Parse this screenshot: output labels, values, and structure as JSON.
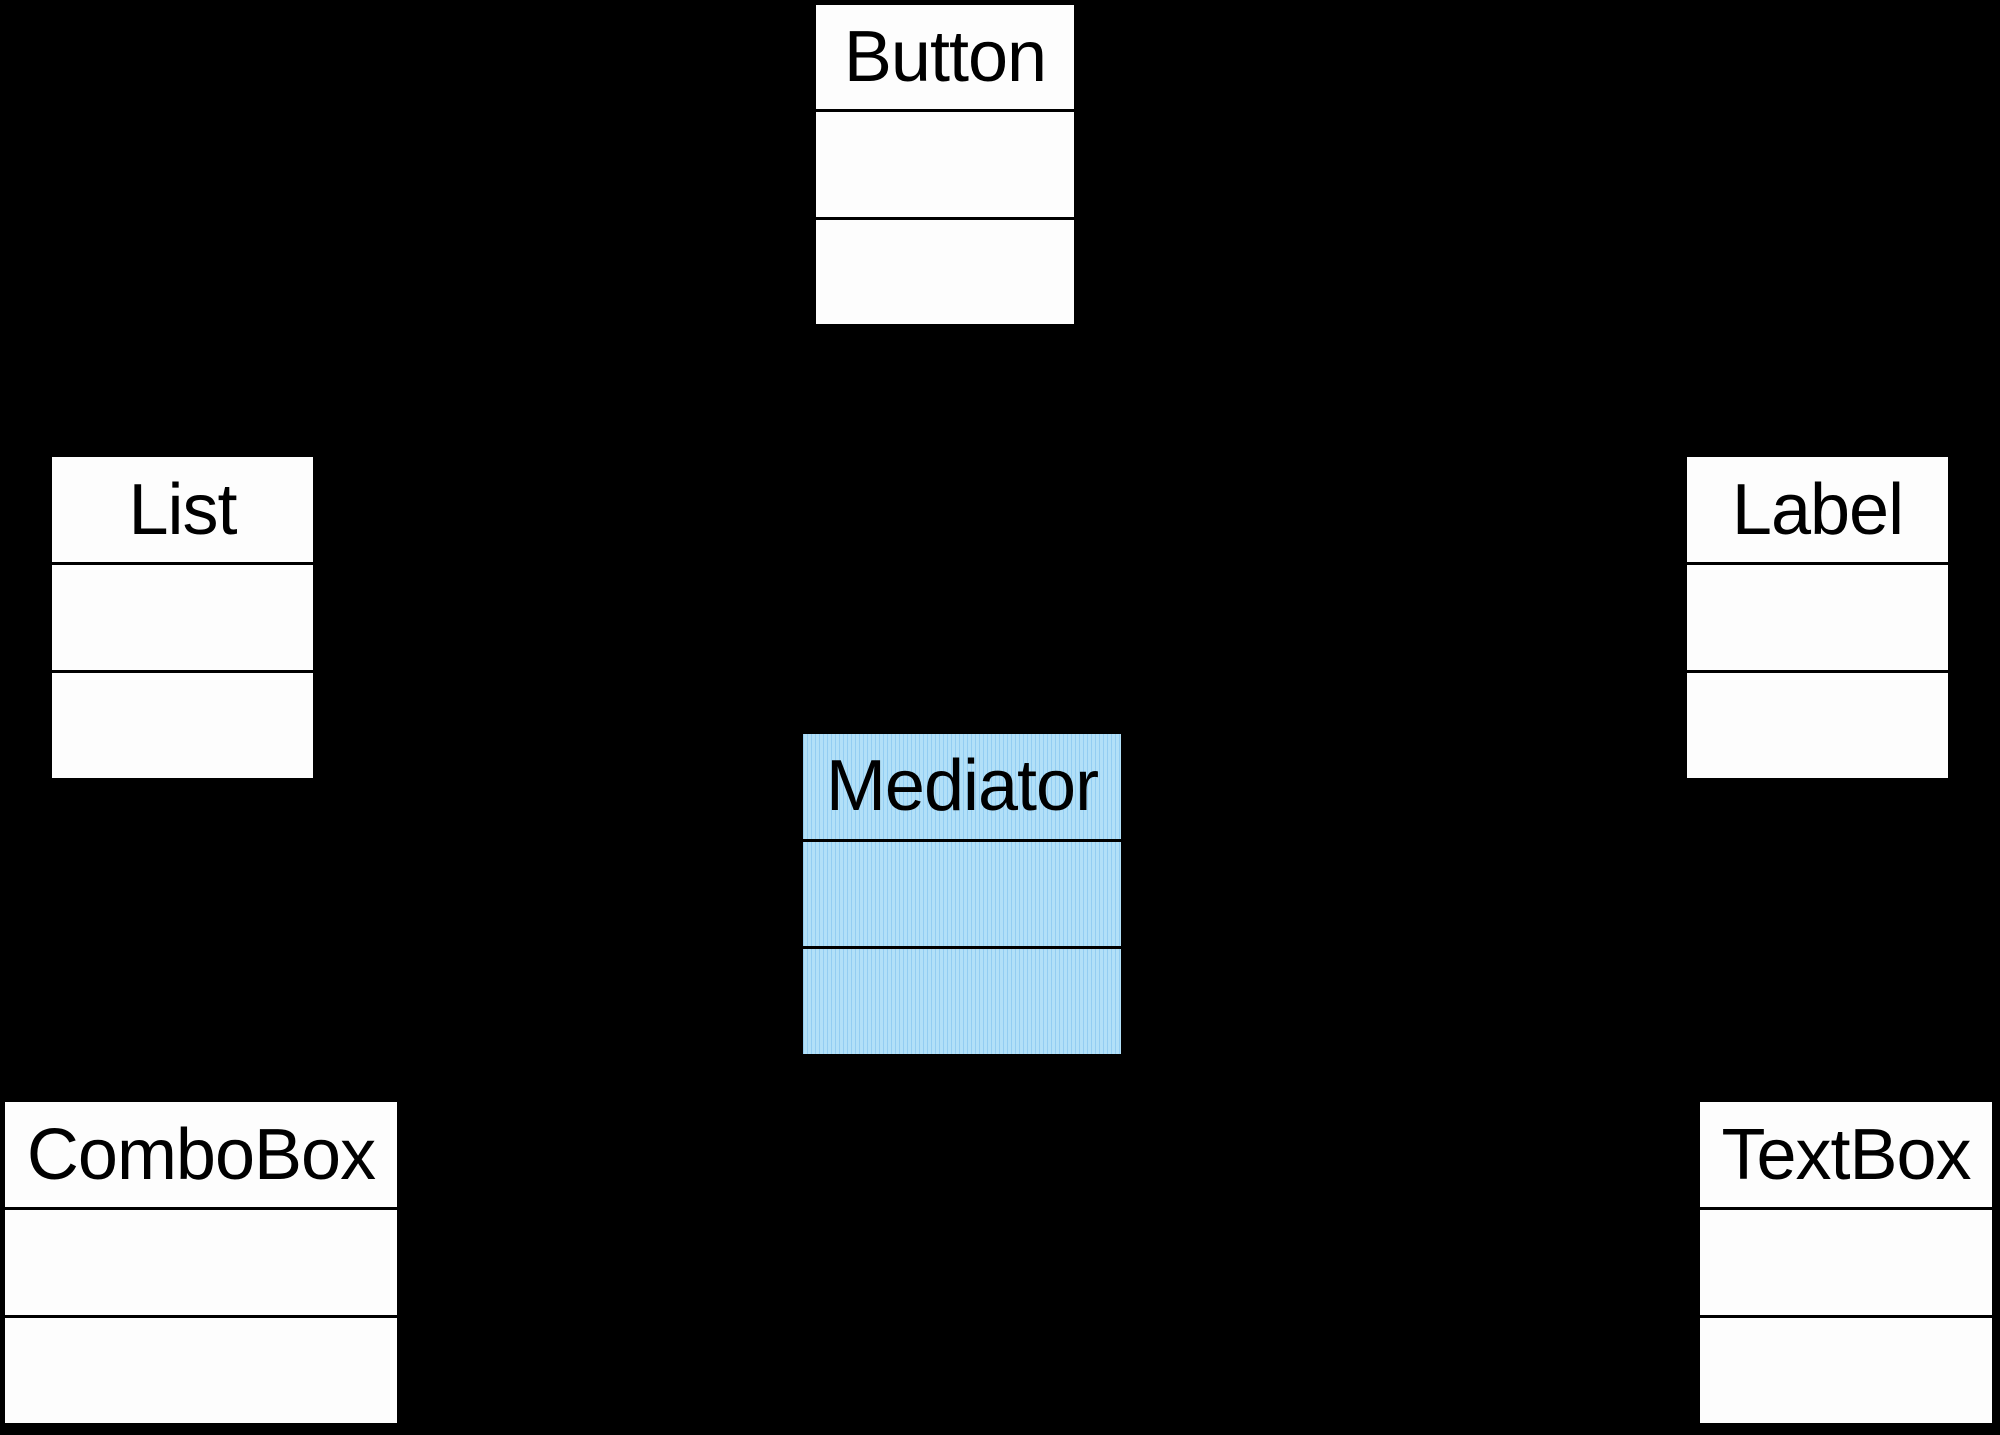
{
  "diagram": {
    "classes": {
      "button": {
        "name": "Button"
      },
      "list": {
        "name": "List"
      },
      "label": {
        "name": "Label"
      },
      "mediator": {
        "name": "Mediator"
      },
      "combobox": {
        "name": "ComboBox"
      },
      "textbox": {
        "name": "TextBox"
      }
    }
  },
  "colors": {
    "background": "#000000",
    "class_fill": "#fdfdfd",
    "mediator_fill": "#b2e0f8",
    "outline": "#000000"
  }
}
